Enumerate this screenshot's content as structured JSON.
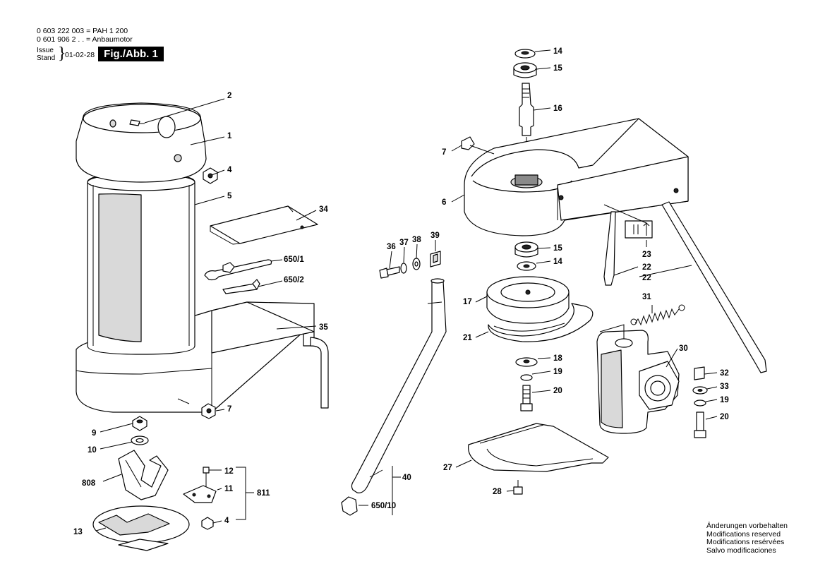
{
  "header": {
    "line1": "0 603 222 003 = PAH 1 200",
    "line2": "0 601 906 2 . . = Anbaumotor",
    "issue_label": "Issue",
    "stand_label": "Stand",
    "date": "01-02-28",
    "figure": "Fig./Abb. 1"
  },
  "notice": {
    "de": "Änderungen vorbehalten",
    "en": "Modifications reserved",
    "fr": "Modifications resérvées",
    "es": "Salvo modificaciones"
  },
  "labels": {
    "p1": "1",
    "p2": "2",
    "p4a": "4",
    "p5": "5",
    "p34": "34",
    "p650_1": "650/1",
    "p650_2": "650/2",
    "p35": "35",
    "p7a": "7",
    "p9": "9",
    "p10": "10",
    "p808": "808",
    "p12": "12",
    "p11": "11",
    "p811": "811",
    "p13": "13",
    "p4b": "4",
    "p36": "36",
    "p37": "37",
    "p38": "38",
    "p39": "39",
    "p40": "40",
    "p650_10": "650/10",
    "p14a": "14",
    "p15a": "15",
    "p16": "16",
    "p7b": "7",
    "p6": "6",
    "p15b": "15",
    "p14b": "14",
    "p17": "17",
    "p23": "23",
    "p22a": "22",
    "p22b": "22",
    "p31": "31",
    "p21": "21",
    "p18": "18",
    "p19a": "19",
    "p20a": "20",
    "p30": "30",
    "p32": "32",
    "p33": "33",
    "p19b": "19",
    "p20b": "20",
    "p27": "27",
    "p28": "28"
  }
}
